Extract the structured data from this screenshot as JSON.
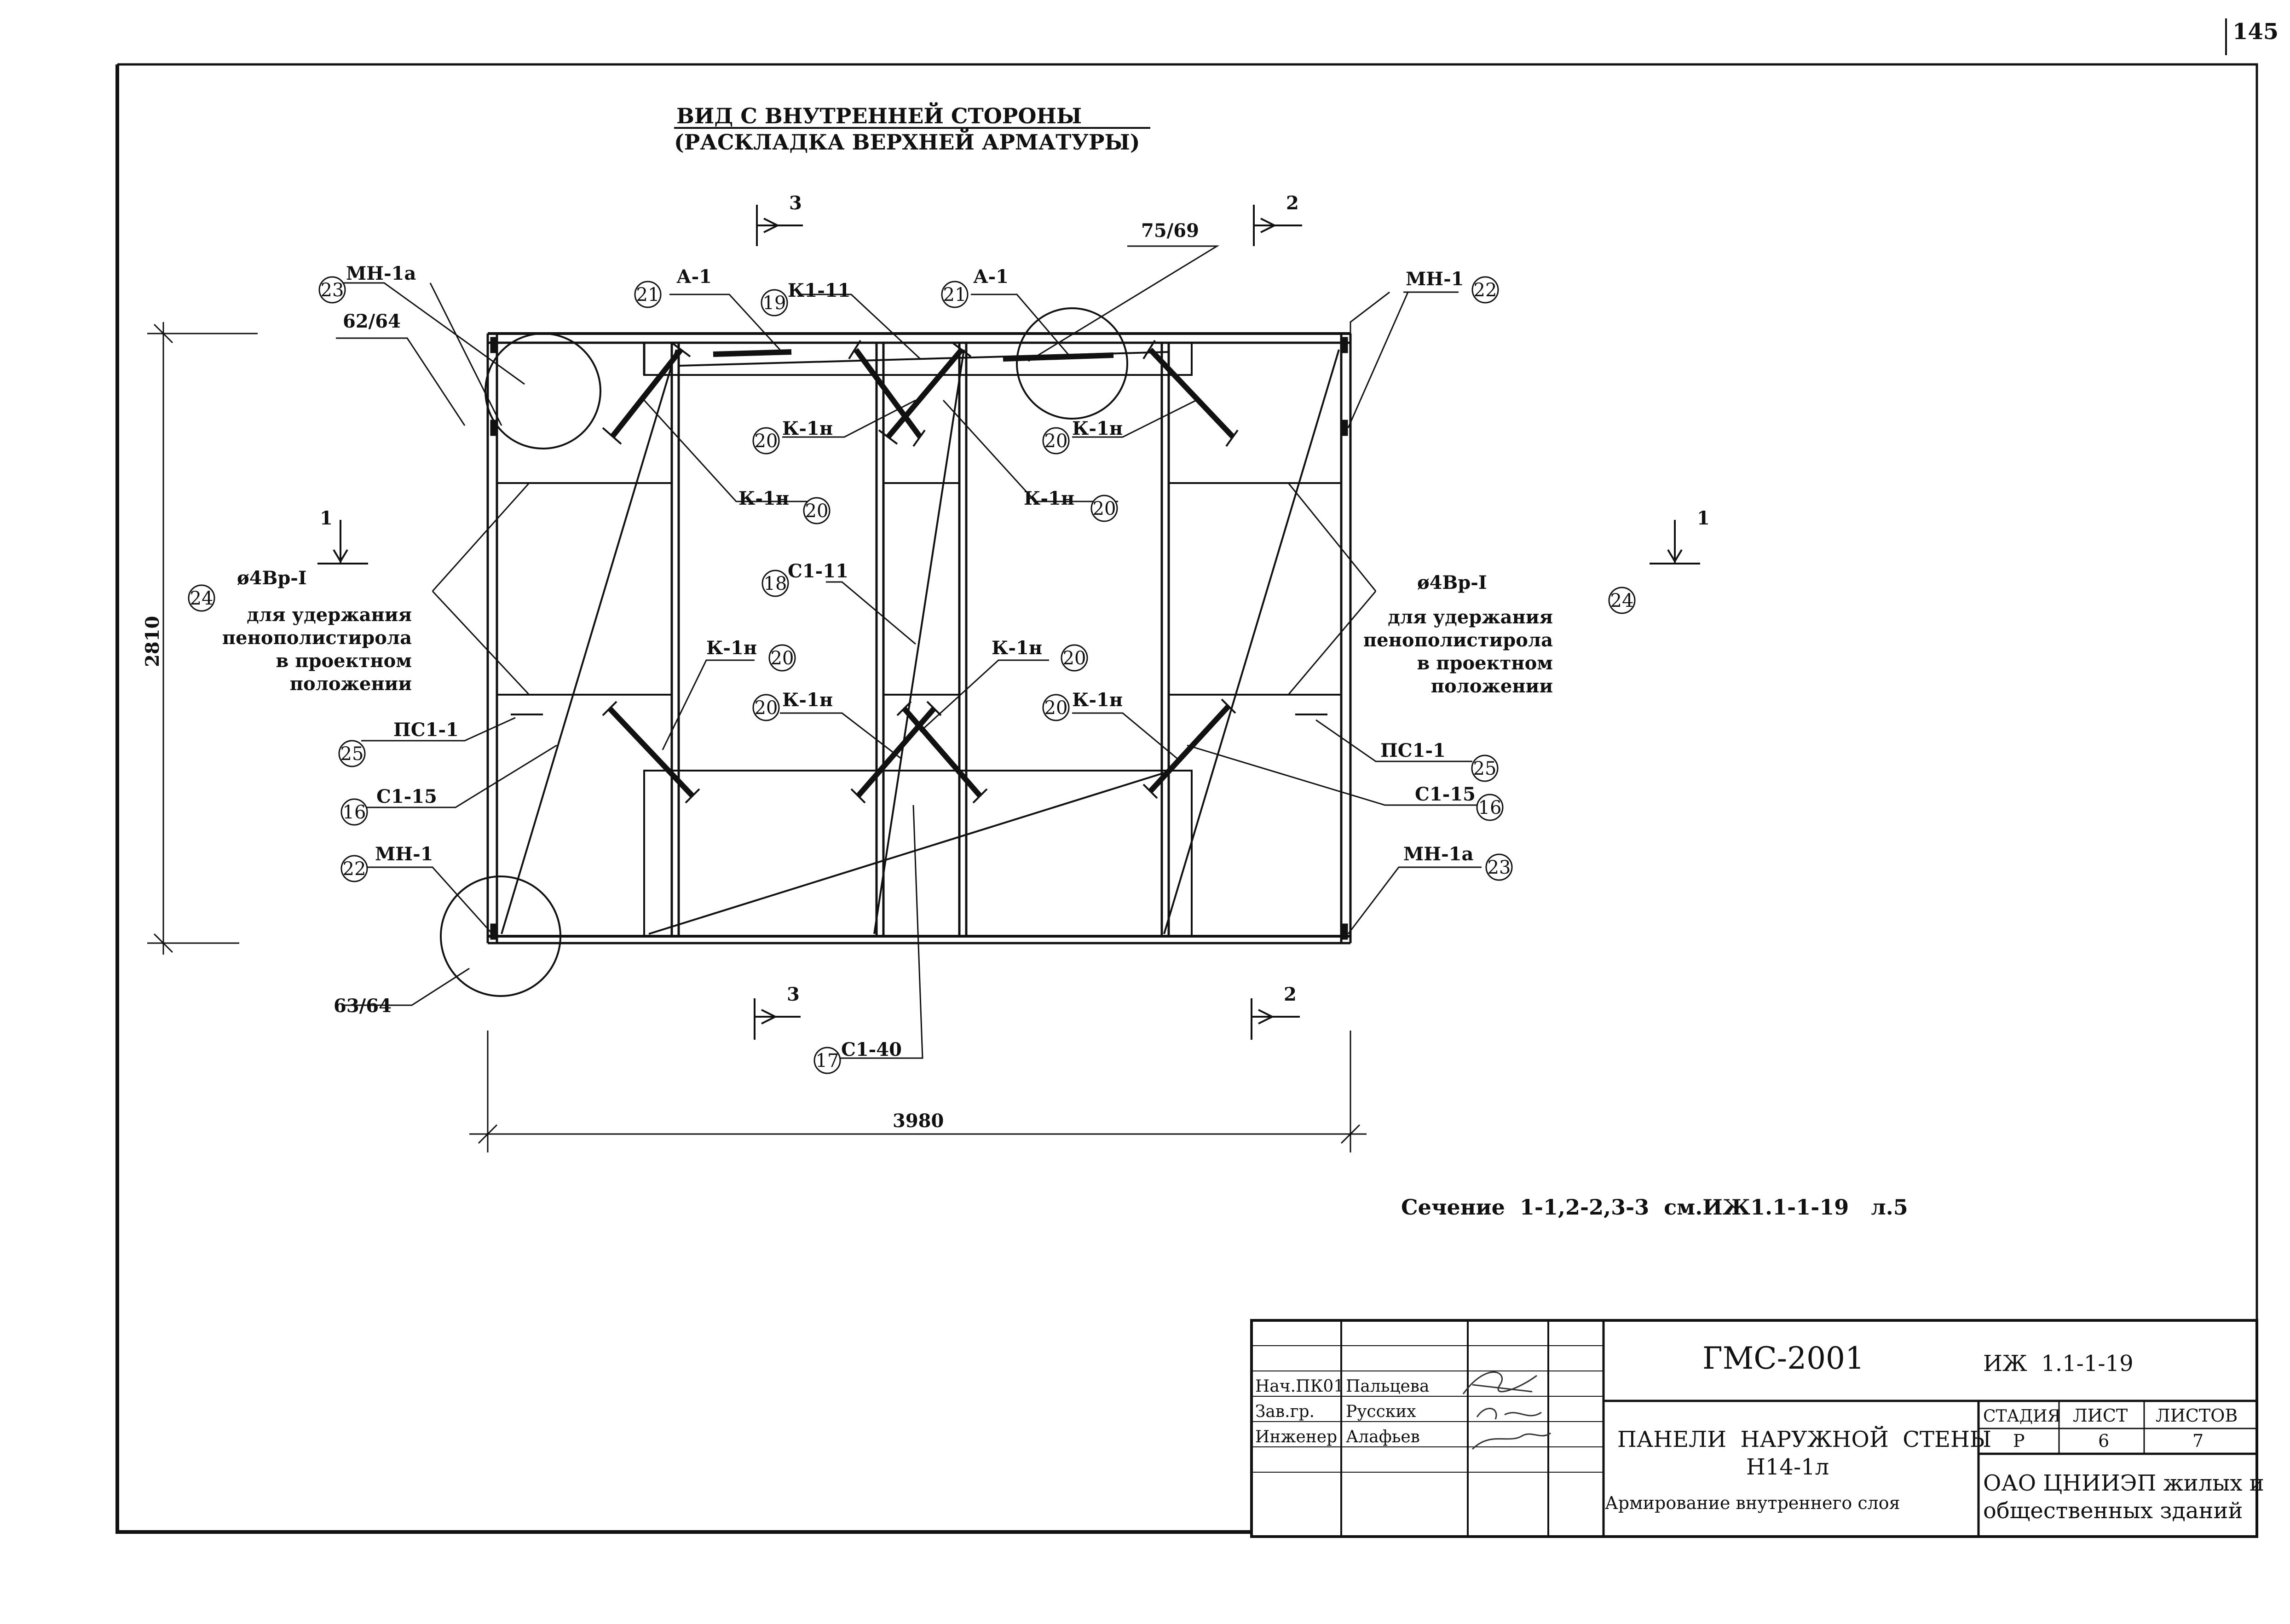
{
  "page_number": "145",
  "title_line1": "ВИД С ВНУТРЕННЕЙ СТОРОНЫ",
  "title_line2": "(РАСКЛАДКА ВЕРХНЕЙ АРМАТУРЫ)",
  "section_marks": {
    "s1": "1",
    "s2": "2",
    "s3": "3"
  },
  "dimensions": {
    "height": "2810",
    "width": "3980"
  },
  "callouts": {
    "mn1a": "МН-1а",
    "mn1": "МН-1",
    "a1": "А-1",
    "k111": "К1-11",
    "k1n": "К-1н",
    "c111": "С1-11",
    "ps11": "ПС1-1",
    "c115": "С1-15",
    "c140": "С1-40",
    "d4bp": "ø4Вр-I",
    "d6264": "62/64",
    "d7569": "75/69",
    "d6364": "63/64"
  },
  "bubble_numbers": {
    "n16": "16",
    "n17": "17",
    "n18": "18",
    "n19": "19",
    "n20": "20",
    "n21": "21",
    "n22": "22",
    "n23": "23",
    "n24": "24",
    "n25": "25"
  },
  "foam_note": [
    "для удержания",
    "пенополистирола",
    "в проектном",
    "положении"
  ],
  "section_note": "Сечение  1-1,2-2,3-3  см.ИЖ1.1-1-19   л.5",
  "title_block": {
    "project": "ГМС-2001",
    "doc_code": "ИЖ  1.1-1-19",
    "panel_title": "ПАНЕЛИ  НАРУЖНОЙ  СТЕНЫ",
    "panel_code": "Н14-1л",
    "sheet_subject": "Армирование внутреннего слоя",
    "stage_header": "СТАДИЯ",
    "sheet_header": "ЛИСТ",
    "sheets_header": "ЛИСТОВ",
    "stage": "Р",
    "sheet": "6",
    "sheets": "7",
    "org_line1": "ОАО ЦНИИЭП жилых и",
    "org_line2": "общественных зданий",
    "signers": [
      {
        "role": "Нач.ПК01",
        "name": "Пальцева"
      },
      {
        "role": "Зав.гр.",
        "name": "Русских"
      },
      {
        "role": "Инженер",
        "name": "Алафьев"
      }
    ]
  }
}
